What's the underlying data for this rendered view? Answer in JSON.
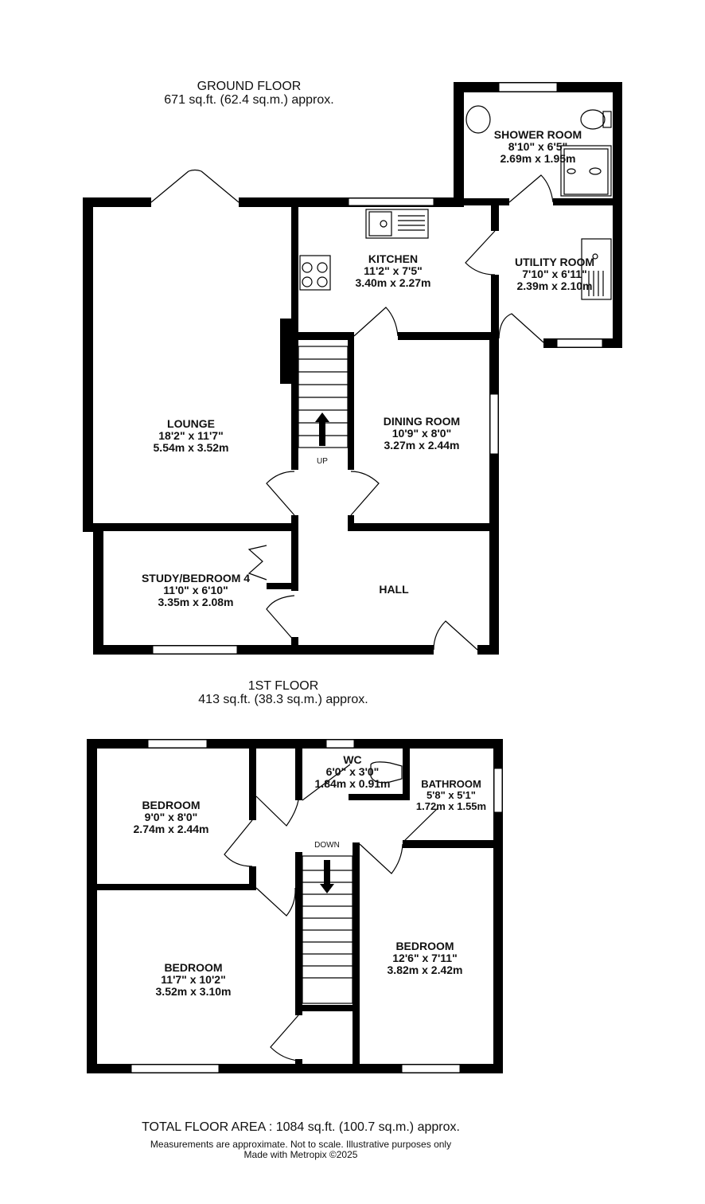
{
  "ground_floor": {
    "title": "GROUND FLOOR",
    "area": "671 sq.ft. (62.4 sq.m.) approx."
  },
  "first_floor": {
    "title": "1ST FLOOR",
    "area": "413 sq.ft. (38.3 sq.m.) approx."
  },
  "rooms": {
    "shower": {
      "name": "SHOWER ROOM",
      "imperial": "8'10\"  x 6'5\"",
      "metric": "2.69m  x 1.95m"
    },
    "kitchen": {
      "name": "KITCHEN",
      "imperial": "11'2\"  x 7'5\"",
      "metric": "3.40m  x 2.27m"
    },
    "utility": {
      "name": "UTILITY ROOM",
      "imperial": "7'10\"  x 6'11\"",
      "metric": "2.39m  x 2.10m"
    },
    "lounge": {
      "name": "LOUNGE",
      "imperial": "18'2\"  x 11'7\"",
      "metric": "5.54m  x 3.52m"
    },
    "dining": {
      "name": "DINING ROOM",
      "imperial": "10'9\"  x 8'0\"",
      "metric": "3.27m  x 2.44m"
    },
    "study": {
      "name": "STUDY/BEDROOM 4",
      "imperial": "11'0\"  x 6'10\"",
      "metric": "3.35m  x 2.08m"
    },
    "hall": {
      "name": "HALL"
    },
    "wc": {
      "name": "WC",
      "imperial": "6'0\"  x 3'0\"",
      "metric": "1.84m  x 0.91m"
    },
    "bathroom": {
      "name": "BATHROOM",
      "imperial": "5'8\"  x 5'1\"",
      "metric": "1.72m  x 1.55m"
    },
    "bed1": {
      "name": "BEDROOM",
      "imperial": "9'0\"  x 8'0\"",
      "metric": "2.74m  x 2.44m"
    },
    "bed2": {
      "name": "BEDROOM",
      "imperial": "11'7\"  x 10'2\"",
      "metric": "3.52m  x 3.10m"
    },
    "bed3": {
      "name": "BEDROOM",
      "imperial": "12'6\"  x 7'11\"",
      "metric": "3.82m  x 2.42m"
    }
  },
  "stairs": {
    "up": "UP",
    "down": "DOWN"
  },
  "footer": {
    "total": "TOTAL FLOOR AREA : 1084 sq.ft. (100.7 sq.m.) approx.",
    "disclaimer": "Measurements are approximate.  Not to scale.  Illustrative purposes only",
    "credit": "Made with Metropix ©2025"
  }
}
